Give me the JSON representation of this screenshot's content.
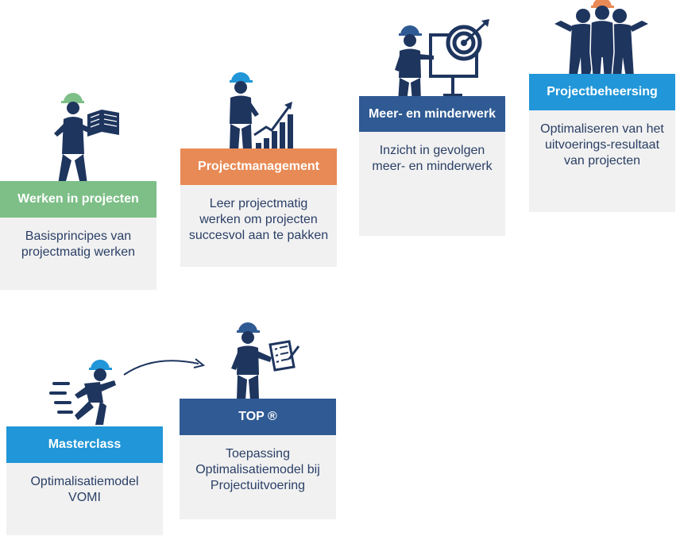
{
  "colors": {
    "navy": "#1e355e",
    "green": "#7dbf87",
    "orange": "#e88a55",
    "darkblue": "#2f5a93",
    "lightblue": "#2196d8",
    "body_bg": "#f1f1f1",
    "body_text": "#2a3f66"
  },
  "cards": [
    {
      "title": "Werken in projecten",
      "desc": "Basisprincipes van projectmatig werken",
      "color": "#7dbf87",
      "icon": "reading-worker-icon"
    },
    {
      "title": "Projectmanagement",
      "desc": "Leer projectmatig werken om projecten succesvol aan te pakken",
      "color": "#e88a55",
      "icon": "growth-chart-worker-icon"
    },
    {
      "title": "Meer- en minderwerk",
      "desc": "Inzicht in gevolgen meer- en minderwerk",
      "color": "#2f5a93",
      "icon": "target-board-worker-icon"
    },
    {
      "title": "Projectbeheersing",
      "desc": "Optimaliseren van het uitvoerings-resultaat van projecten",
      "color": "#2196d8",
      "icon": "team-workers-icon"
    },
    {
      "title": "Masterclass",
      "desc": "Optimalisatiemodel VOMI",
      "color": "#2196d8",
      "icon": "running-worker-icon"
    },
    {
      "title": "TOP ®",
      "desc": "Toepassing Optimalisatiemodel bij Projectuitvoering",
      "color": "#2f5a93",
      "icon": "checklist-worker-icon"
    }
  ]
}
